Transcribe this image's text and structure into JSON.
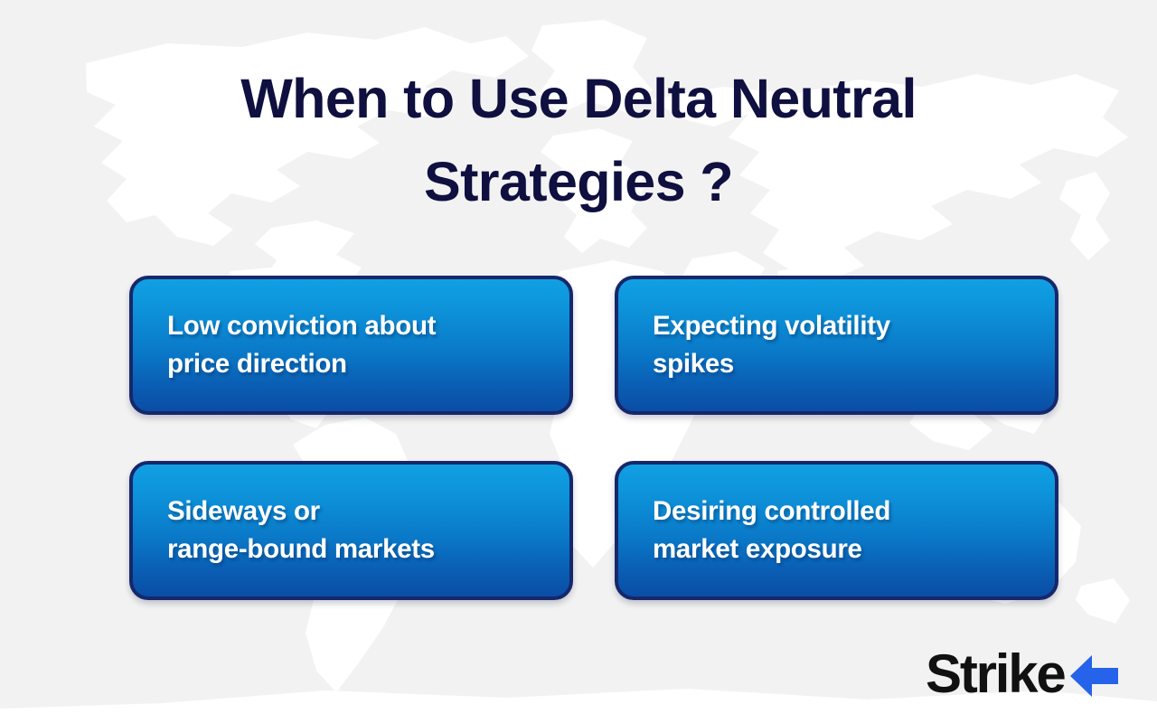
{
  "background": {
    "color": "#f2f2f2",
    "land_color": "#ffffff",
    "motif": "world-map-silhouette"
  },
  "title": {
    "full": "When to Use Delta Neutral Strategies ?",
    "line1": "When to Use Delta Neutral",
    "line2": "Strategies ?",
    "color": "#0f0f40"
  },
  "cards": [
    {
      "id": "low-conviction",
      "full": "Low conviction about price direction",
      "line1": "Low conviction about",
      "line2": "price direction"
    },
    {
      "id": "volatility-spikes",
      "full": "Expecting volatility spikes",
      "line1": "Expecting volatility",
      "line2": "spikes"
    },
    {
      "id": "range-bound",
      "full": "Sideways or range-bound markets",
      "line1": "Sideways or",
      "line2": "range-bound markets"
    },
    {
      "id": "controlled-exposure",
      "full": "Desiring controlled market exposure",
      "line1": "Desiring controlled",
      "line2": "market exposure"
    }
  ],
  "card_style": {
    "gradient_top": "#11a0e3",
    "gradient_bottom": "#0a4ea6",
    "border_color": "#16276b",
    "text_color": "#ffffff"
  },
  "logo": {
    "text": "Strike",
    "text_color": "#111111",
    "accent_color": "#2563eb",
    "accent_icon": "left-arrow-icon"
  }
}
